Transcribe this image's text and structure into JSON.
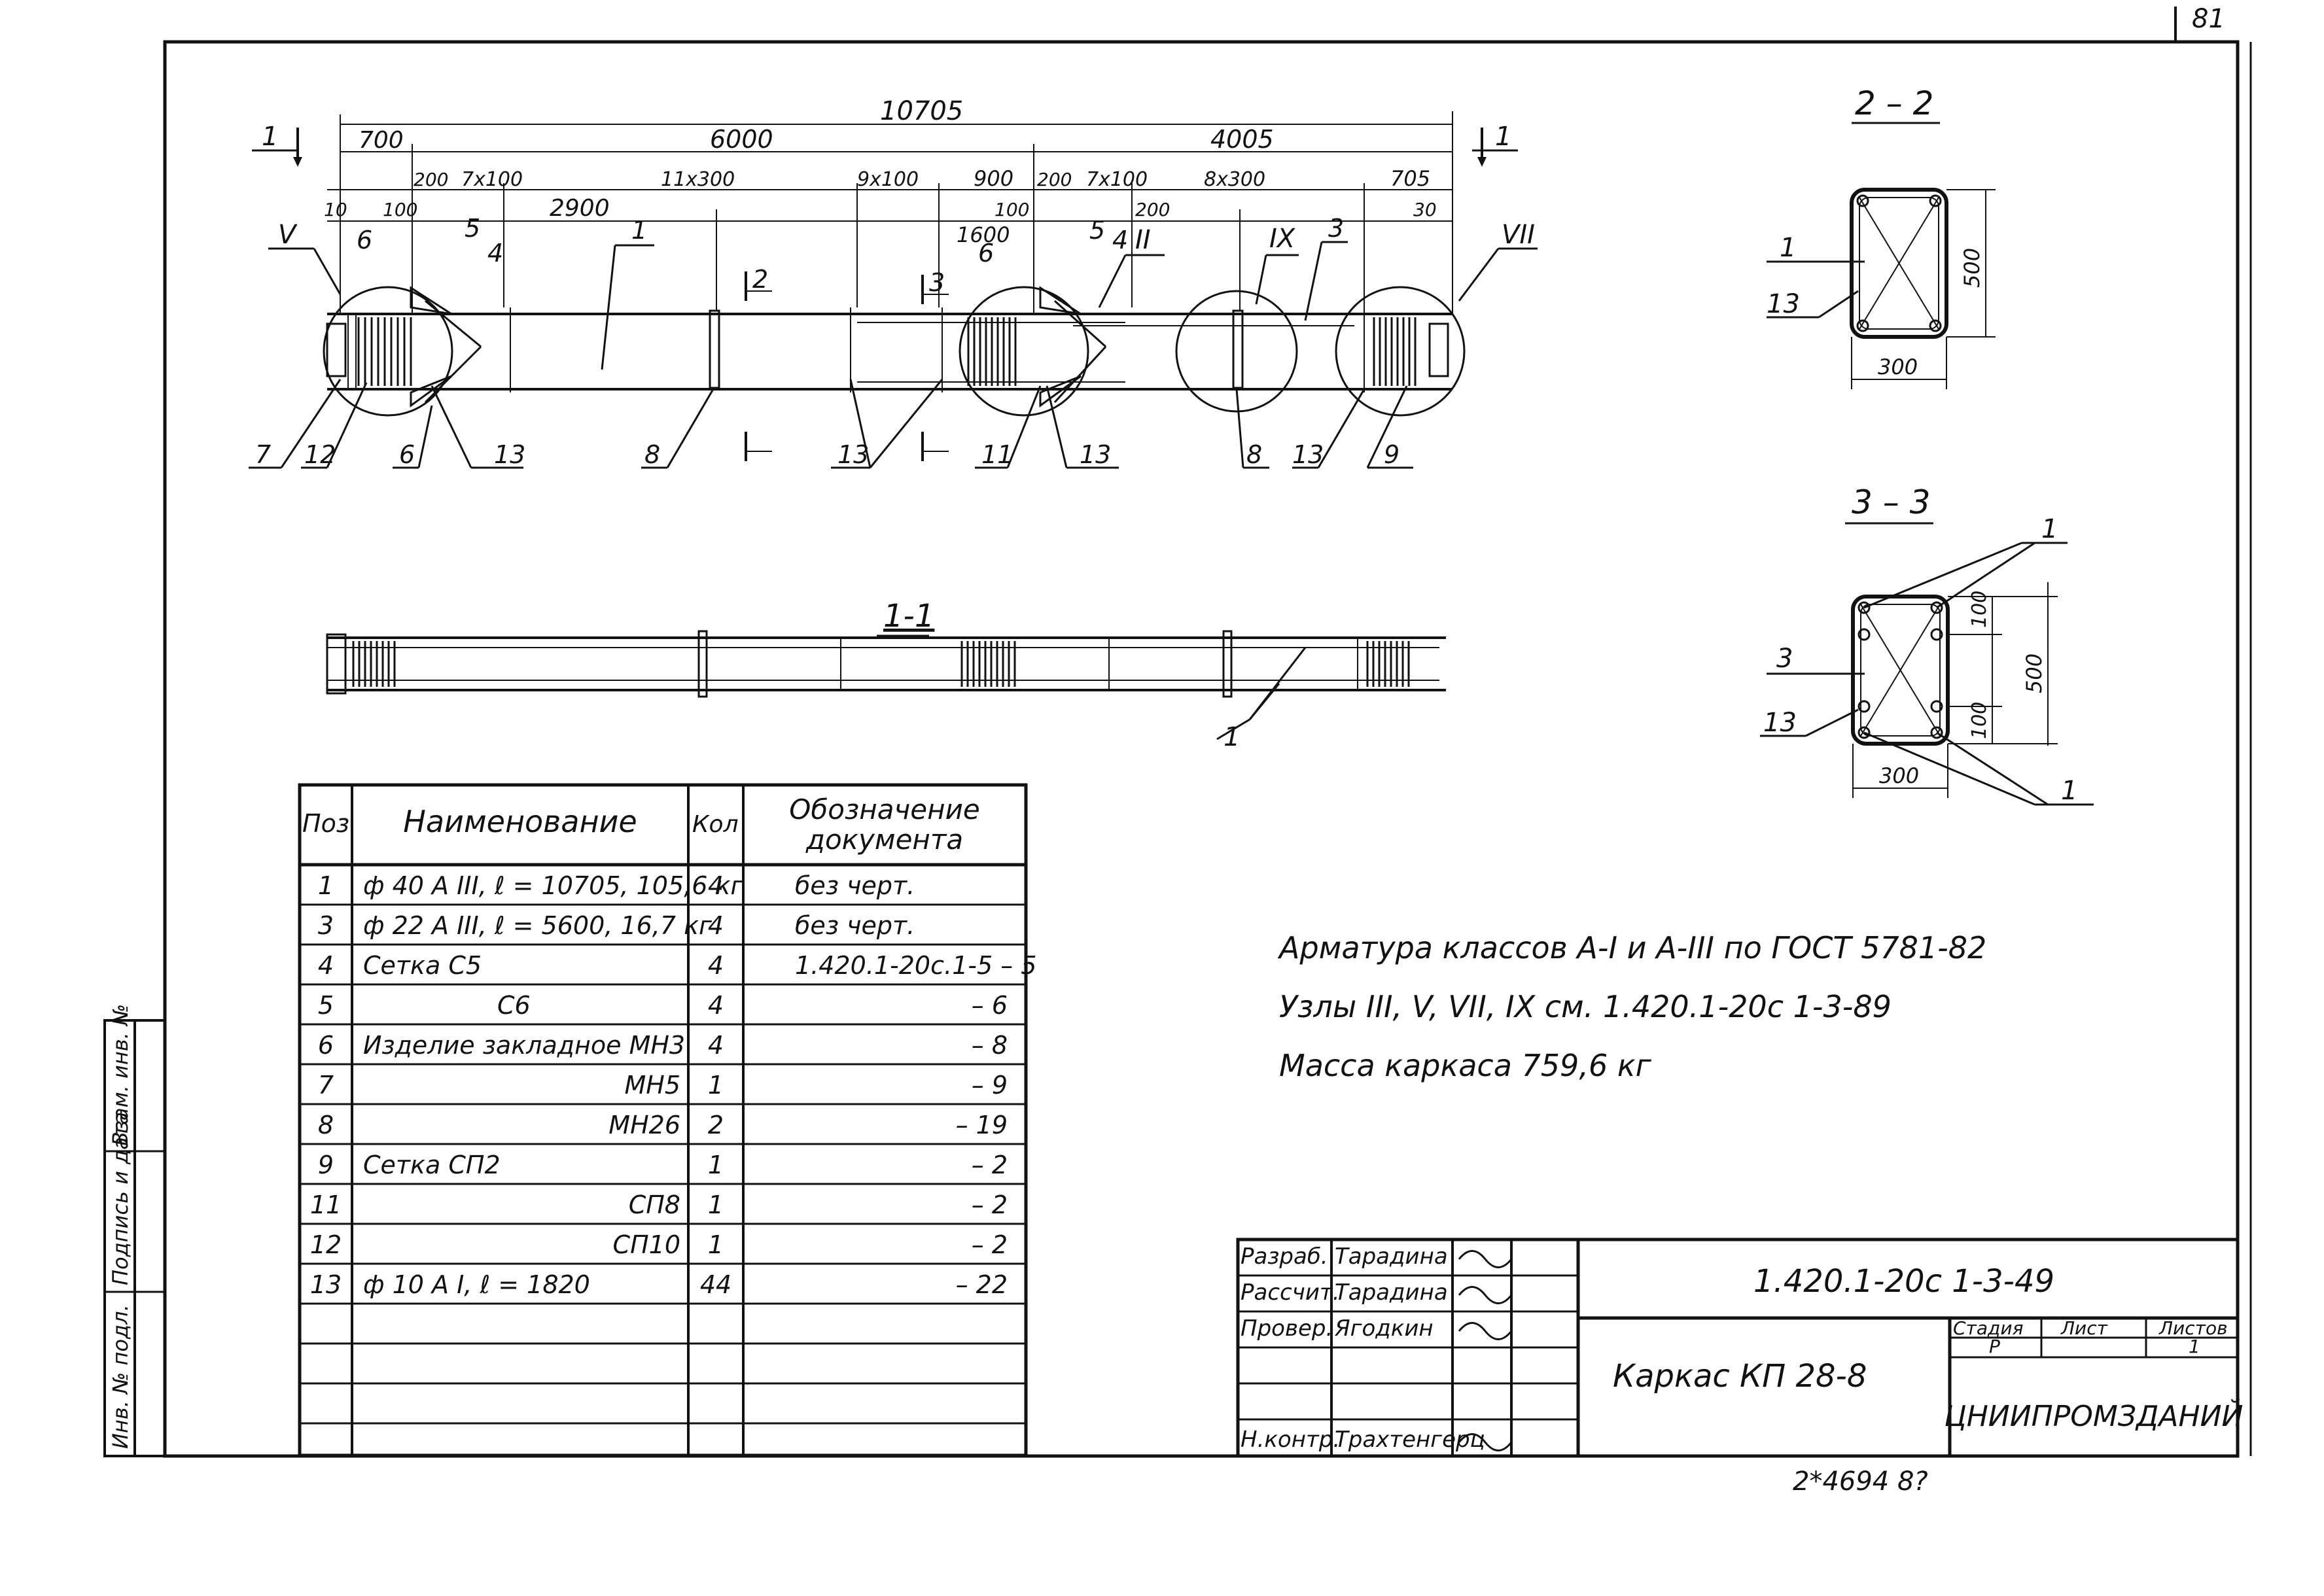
{
  "sheet": {
    "page_number": "81",
    "archive_number": "2*4694  8?"
  },
  "main_view": {
    "section_mark_left": "1",
    "section_mark_right": "1",
    "dim_total": "10705",
    "dim_top": [
      "700",
      "6000",
      "4005"
    ],
    "dim_second": [
      "200",
      "7x100",
      "11x300",
      "9x100",
      "900",
      "200",
      "7x100",
      "8x300",
      "705"
    ],
    "dim_third": [
      "10",
      "100",
      "2900",
      "1600",
      "100",
      "200",
      "30"
    ],
    "node_labels": [
      "V",
      "II",
      "IX",
      "VII"
    ],
    "position_labels_top": [
      "6",
      "5",
      "4",
      "1",
      "6",
      "5",
      "4",
      "3"
    ],
    "position_labels_bottom": [
      "7",
      "12",
      "6",
      "13",
      "8",
      "13",
      "11",
      "13",
      "8",
      "13",
      "9"
    ],
    "section_2_label": "2",
    "section_3_label": "3"
  },
  "section_11": {
    "title": "1-1",
    "callout": "1"
  },
  "section_22": {
    "title": "2 – 2",
    "callouts": [
      "1",
      "13"
    ],
    "dim_width": "300",
    "dim_height": "500"
  },
  "section_33": {
    "title": "3 – 3",
    "callouts": [
      "1",
      "3",
      "13",
      "1"
    ],
    "dim_width": "300",
    "dim_height": "500",
    "dim_top": "100",
    "dim_bottom": "100"
  },
  "spec_table": {
    "headers": {
      "pos": "Поз",
      "name": "Наименование",
      "qty": "Кол",
      "doc": [
        "Обозначение",
        "документа"
      ]
    },
    "rows": [
      {
        "pos": "1",
        "name": "ф 40 А III, ℓ = 10705, 105,6 кг",
        "qty": "4",
        "doc": "без черт."
      },
      {
        "pos": "3",
        "name": "ф 22 А III, ℓ = 5600, 16,7 кг",
        "qty": "4",
        "doc": "без черт."
      },
      {
        "pos": "4",
        "name": "Сетка  С5",
        "qty": "4",
        "doc": "1.420.1-20с.1-5 – 5"
      },
      {
        "pos": "5",
        "name": "С6",
        "qty": "4",
        "doc": "– 6"
      },
      {
        "pos": "6",
        "name": "Изделие закладное МН3",
        "qty": "4",
        "doc": "– 8"
      },
      {
        "pos": "7",
        "name": "МН5",
        "qty": "1",
        "doc": "– 9"
      },
      {
        "pos": "8",
        "name": "МН26",
        "qty": "2",
        "doc": "– 19"
      },
      {
        "pos": "9",
        "name": "Сетка  СП2",
        "qty": "1",
        "doc": "– 2"
      },
      {
        "pos": "11",
        "name": "СП8",
        "qty": "1",
        "doc": "– 2"
      },
      {
        "pos": "12",
        "name": "СП10",
        "qty": "1",
        "doc": "– 2"
      },
      {
        "pos": "13",
        "name": "ф 10 А I, ℓ = 1820",
        "qty": "44",
        "doc": "– 22"
      }
    ]
  },
  "notes": [
    "Арматура классов А-I и А-III по ГОСТ 5781-82",
    "Узлы III, V, VII, IX  см. 1.420.1-20с 1-3-89",
    "Масса каркаса  759,6 кг"
  ],
  "side_stamp": [
    "Инв. № подл.",
    "Подпись и дата",
    "Взам. инв. №"
  ],
  "title_block": {
    "roles": [
      "Разраб.",
      "Рассчит.",
      "Провер.",
      "Н.контр."
    ],
    "names": [
      "Тарадина",
      "Тарадина",
      "Ягодкин",
      "Трахтенгерц"
    ],
    "designation": "1.420.1-20с 1-3-49",
    "item_title": "Каркас  КП 28-8",
    "stage_label": "Стадия",
    "sheet_label": "Лист",
    "sheets_label": "Листов",
    "stage": "Р",
    "sheets": "1",
    "organization": "ЦНИИПРОМЗДАНИЙ"
  }
}
